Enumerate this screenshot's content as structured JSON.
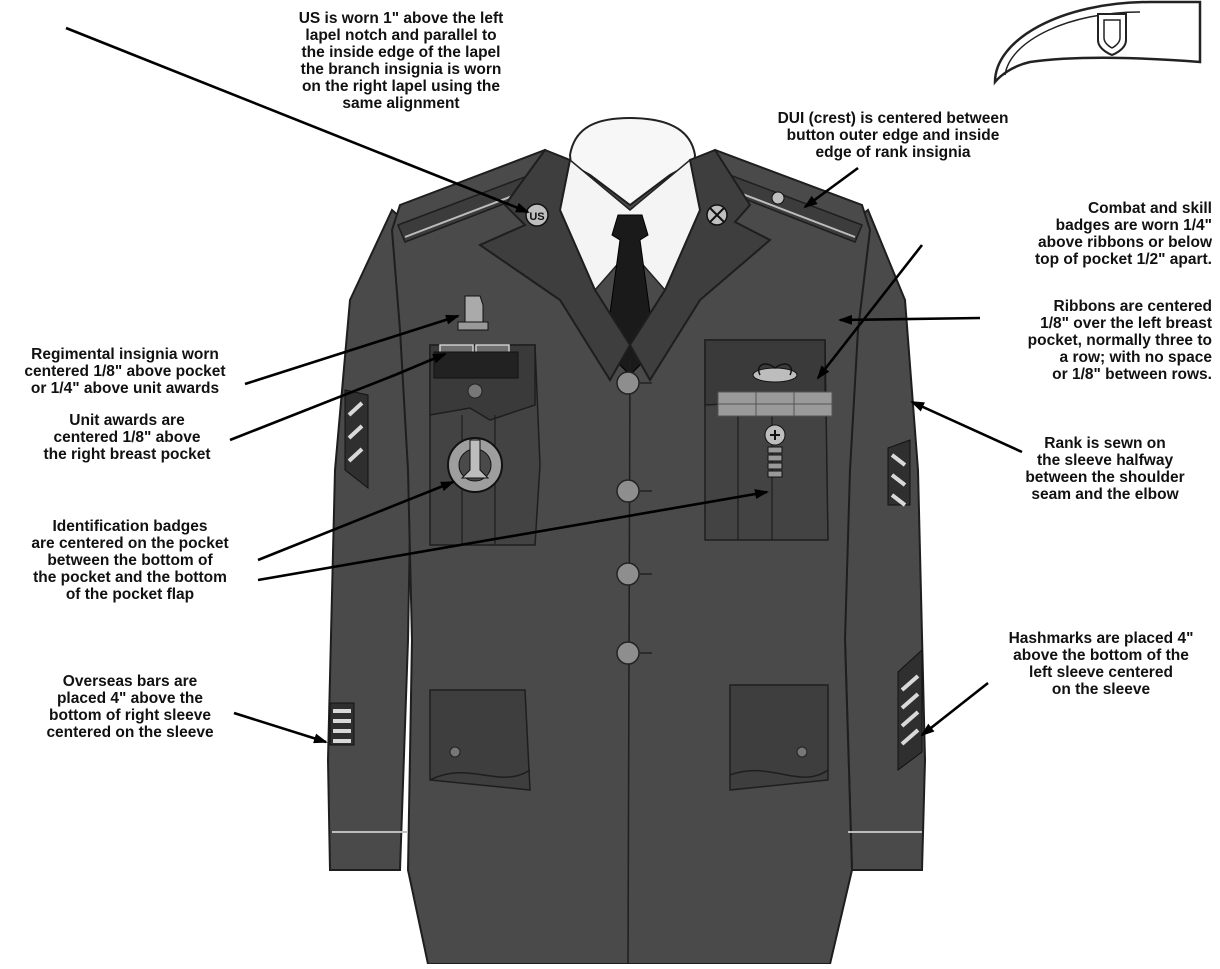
{
  "labels": {
    "us_lapel": [
      "US is worn 1\" above the left",
      "lapel notch and parallel to",
      "the inside edge of the lapel",
      "the branch insignia is worn",
      "on the right lapel using the",
      "same alignment"
    ],
    "dui_crest": [
      "DUI (crest) is centered between",
      "button outer edge and inside",
      "edge of rank insignia"
    ],
    "combat_skill": [
      "Combat and skill",
      "badges are worn 1/4\"",
      "above ribbons or below",
      "top of pocket 1/2\" apart."
    ],
    "ribbons": [
      "Ribbons are centered",
      "1/8\" over the left breast",
      "pocket, normally three to",
      "a row; with no space",
      "or 1/8\" between rows."
    ],
    "regimental": [
      "Regimental insignia worn",
      "centered 1/8\" above pocket",
      "or 1/4\" above unit awards"
    ],
    "unit_awards": [
      "Unit awards are",
      "centered 1/8\" above",
      "the right breast pocket"
    ],
    "rank": [
      "Rank is sewn on",
      "the sleeve halfway",
      "between the shoulder",
      "seam and the elbow"
    ],
    "identification": [
      "Identification badges",
      "are centered on the pocket",
      "between the bottom of",
      "the pocket and the bottom",
      "of the pocket flap"
    ],
    "hashmarks": [
      "Hashmarks are placed 4\"",
      "above the bottom of the",
      "left sleeve centered",
      "on the sleeve"
    ],
    "overseas": [
      "Overseas bars are",
      "placed 4\" above the",
      "bottom of right sleeve",
      "centered on the sleeve"
    ]
  },
  "insignia_text": {
    "us_disc": "US"
  },
  "colors": {
    "jacket": "#4a4a4a",
    "jacket_dark": "#2f2f2f",
    "seam": "#1e1e1e",
    "shirt": "#f4f4f4",
    "tie": "#1a1a1a",
    "button": "#8e8e8e",
    "ribbon": "#9a9a9a",
    "arrow": "#000000"
  },
  "icons": [
    "beret-icon",
    "us-insignia-icon",
    "branch-insignia-icon",
    "dui-crest-icon",
    "regimental-insignia-icon",
    "unit-award-icon",
    "combat-badge-icon",
    "ribbon-rack-icon",
    "identification-badge-icon",
    "rank-chevron-icon",
    "hashmark-icon",
    "overseas-bar-icon"
  ]
}
